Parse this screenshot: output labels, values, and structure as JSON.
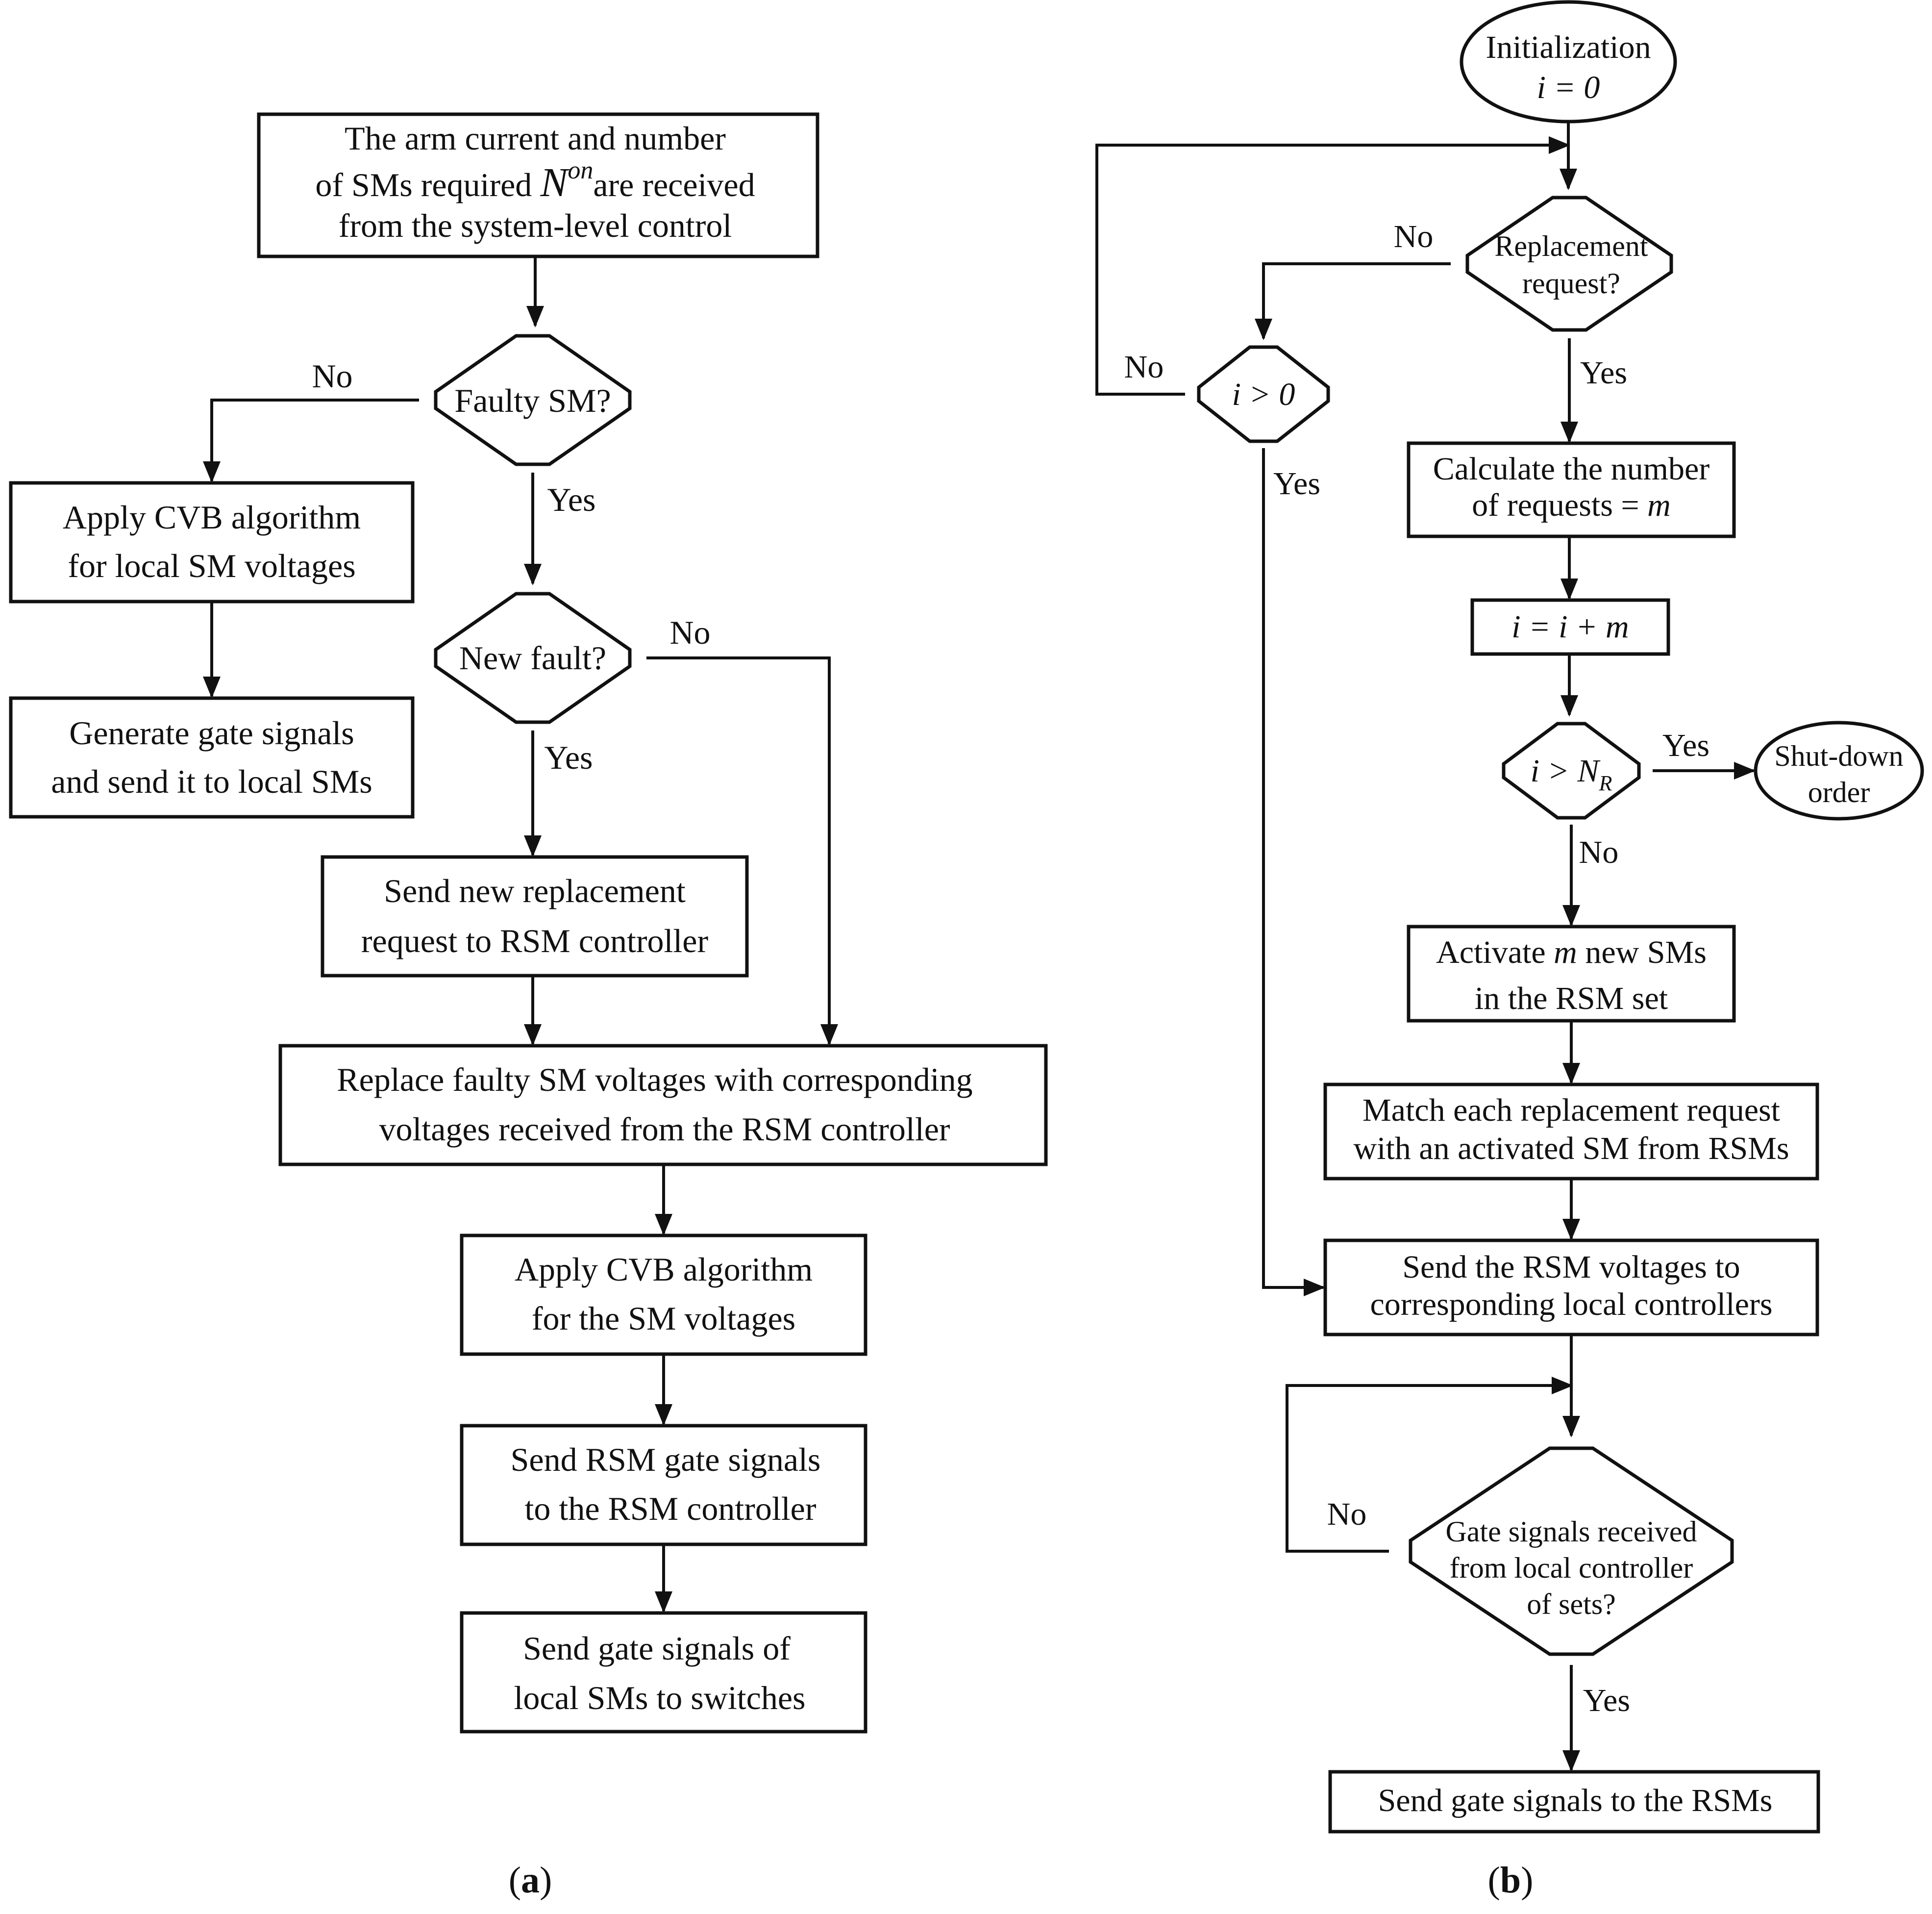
{
  "panel_a": {
    "caption_paren_open": "(",
    "caption_letter": "a",
    "caption_paren_close": ")",
    "start": {
      "line1": "The arm current and number",
      "line2_pre": "of SMs required ",
      "line2_var": "N",
      "line2_sup": "on",
      "line2_post": "are received",
      "line3": "from the system-level control"
    },
    "faulty_sm": "Faulty SM?",
    "cvb_local": [
      "Apply CVB algorithm",
      "for local SM voltages"
    ],
    "gen_gate": [
      "Generate gate signals",
      "and send it to local SMs"
    ],
    "new_fault": "New fault?",
    "send_new_req": [
      "Send new replacement",
      "request to RSM controller"
    ],
    "replace_faulty": [
      "Replace faulty SM voltages with corresponding",
      "voltages received from the RSM controller"
    ],
    "cvb_sm": [
      "Apply CVB algorithm",
      "for the SM voltages"
    ],
    "send_rsm_gate": [
      "Send RSM gate signals",
      "to the RSM controller"
    ],
    "send_local_gate": [
      "Send gate signals of",
      "local SMs to switches"
    ],
    "labels": {
      "faulty_no": "No",
      "faulty_yes": "Yes",
      "newfault_no": "No",
      "newfault_yes": "Yes"
    }
  },
  "panel_b": {
    "caption_paren_open": "(",
    "caption_letter": "b",
    "caption_paren_close": ")",
    "init": [
      "Initialization",
      "i = 0"
    ],
    "repl_req": [
      "Replacement",
      "request?"
    ],
    "i_gt_0": "i > 0",
    "calc_requests": {
      "line1": "Calculate the number",
      "line2_pre": "of requests = ",
      "line2_var": "m"
    },
    "i_update": "i = i + m",
    "i_gt_nr": {
      "pre": "i > N",
      "sub": "R"
    },
    "shutdown": [
      "Shut-down",
      "order"
    ],
    "activate": {
      "line1_pre": "Activate ",
      "line1_var": "m",
      "line1_post": " new SMs",
      "line2": "in the RSM set"
    },
    "match": [
      "Match each replacement request",
      "with an activated SM from RSMs"
    ],
    "send_rsm_volt": [
      "Send the RSM voltages to",
      "corresponding local controllers"
    ],
    "gate_received": [
      "Gate signals received",
      "from local controller",
      "of sets?"
    ],
    "send_rsm_gates": "Send gate signals to the RSMs",
    "labels": {
      "repl_no": "No",
      "repl_yes": "Yes",
      "igt0_no": "No",
      "igt0_yes": "Yes",
      "nr_yes": "Yes",
      "nr_no": "No",
      "gate_no": "No",
      "gate_yes": "Yes"
    }
  }
}
